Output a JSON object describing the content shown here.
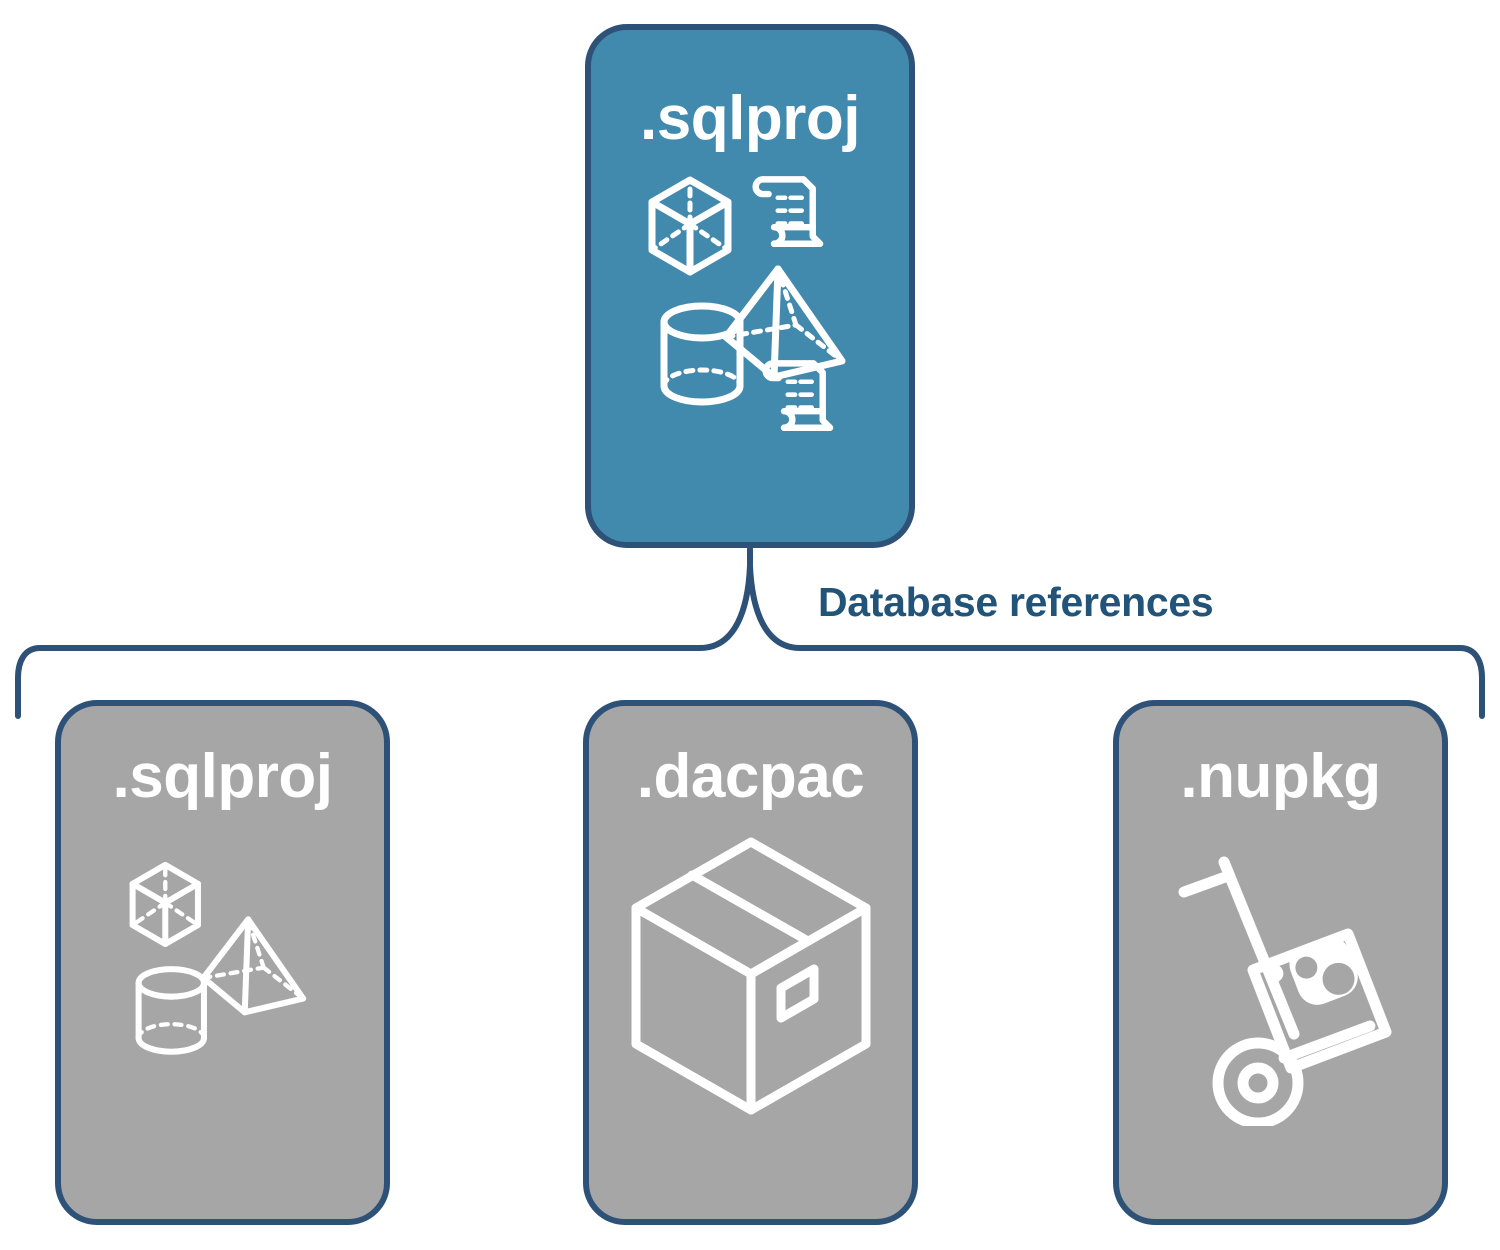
{
  "diagram": {
    "title_node": {
      "label": ".sqlproj",
      "fill_color": "#4189AD",
      "border_color": "#2E5277",
      "icons": [
        "cube-icon",
        "scroll-icon",
        "pyramid-icon",
        "cylinder-icon",
        "scroll-icon"
      ]
    },
    "edge": {
      "label": "Database references",
      "label_color": "#225379",
      "line_color": "#2E5277"
    },
    "reference_nodes": [
      {
        "label": ".sqlproj",
        "fill_color": "#A6A6A6",
        "border_color": "#2E5277",
        "icons": [
          "cube-icon",
          "pyramid-icon",
          "cylinder-icon"
        ]
      },
      {
        "label": ".dacpac",
        "fill_color": "#A6A6A6",
        "border_color": "#2E5277",
        "icons": [
          "package-box-icon"
        ]
      },
      {
        "label": ".nupkg",
        "fill_color": "#A6A6A6",
        "border_color": "#2E5277",
        "icons": [
          "hand-truck-nuget-icon"
        ]
      }
    ]
  }
}
